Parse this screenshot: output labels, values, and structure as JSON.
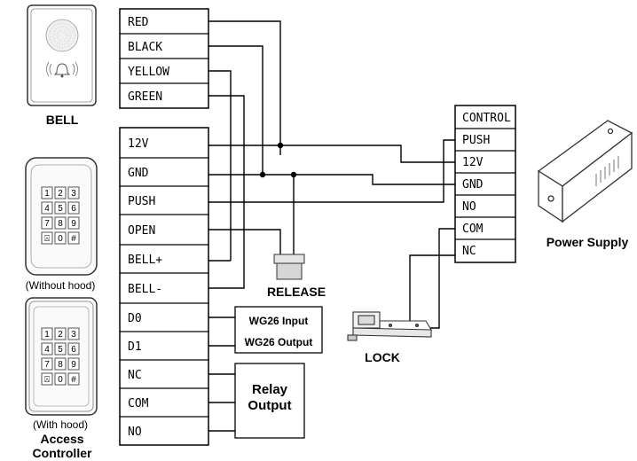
{
  "devices": {
    "bell": "BELL",
    "release": "RELEASE",
    "lock": "LOCK",
    "power_supply": "Power Supply",
    "without_hood": "(Without hood)",
    "with_hood": "(With hood)",
    "access_controller_line1": "Access",
    "access_controller_line2": "Controller"
  },
  "bell_wires": [
    "RED",
    "BLACK",
    "YELLOW",
    "GREEN"
  ],
  "controller_terminals": [
    "12V",
    "GND",
    "PUSH",
    "OPEN",
    "BELL+",
    "BELL-",
    "D0",
    "D1",
    "NC",
    "COM",
    "NO"
  ],
  "power_terminals": [
    "CONTROL",
    "PUSH",
    "12V",
    "GND",
    "NO",
    "COM",
    "NC"
  ],
  "wiegand": {
    "input": "WG26 Input",
    "output": "WG26 Output"
  },
  "relay": {
    "line1": "Relay",
    "line2": "Output"
  },
  "keypad_keys": [
    "1",
    "2",
    "3",
    "4",
    "5",
    "6",
    "7",
    "8",
    "9",
    "⍓",
    "0",
    "#"
  ]
}
